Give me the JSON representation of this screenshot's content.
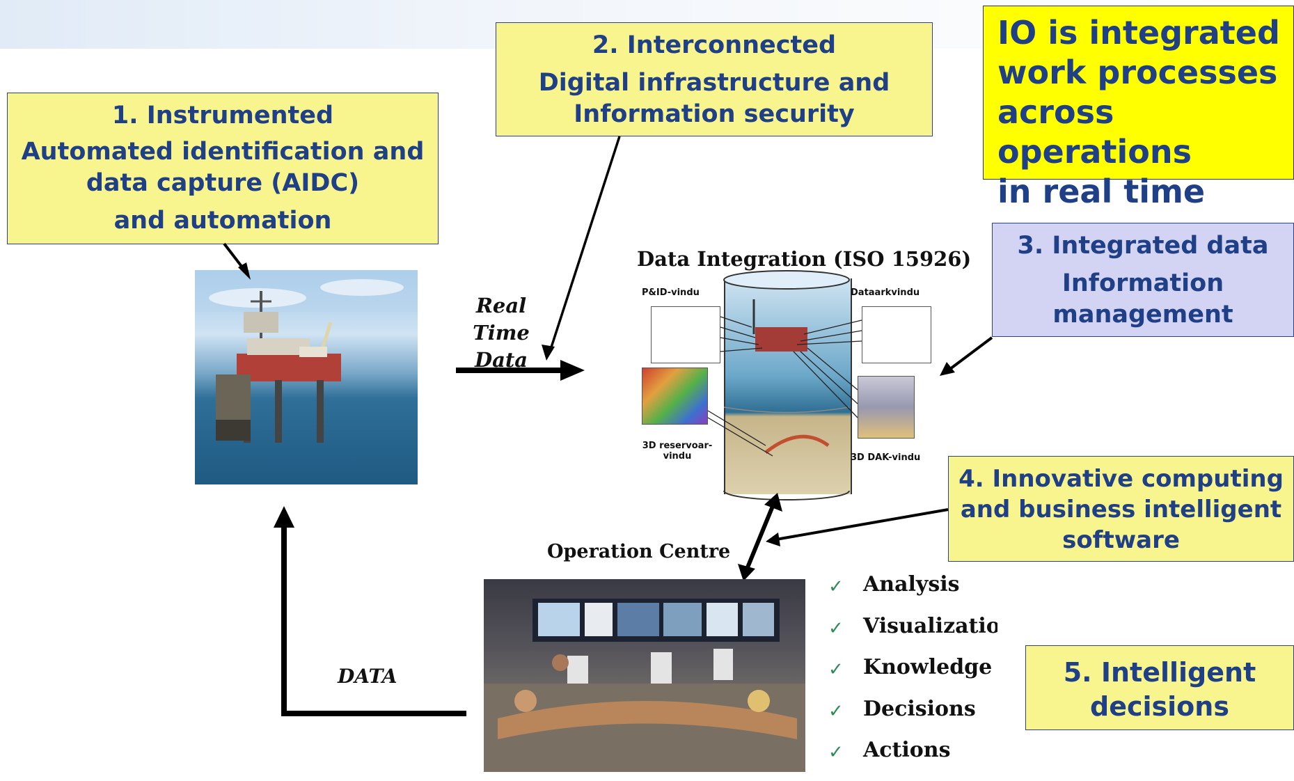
{
  "io_box": {
    "lines": [
      "IO is integrated",
      "work processes",
      "across operations",
      "in real time"
    ]
  },
  "box1": {
    "title": "1. Instrumented",
    "lines": [
      "Automated identification and",
      "data capture (AIDC)",
      "and automation"
    ]
  },
  "box2": {
    "title": "2. Interconnected",
    "lines": [
      "Digital infrastructure and",
      "Information security"
    ]
  },
  "box3": {
    "title": "3. Integrated data",
    "lines": [
      "Information",
      "management"
    ]
  },
  "box4": {
    "lines": [
      "4. Innovative computing",
      "and business intelligent",
      "software"
    ]
  },
  "box5": {
    "lines": [
      "5. Intelligent",
      "decisions"
    ]
  },
  "data_integration": {
    "title": "Data Integration  (ISO 15926)",
    "pid_label": "P&ID-vindu",
    "datasheet_label": "Dataarkvindu",
    "reservoir_label": "3D reservoar-vindu",
    "dak_label": "3D DAK-vindu"
  },
  "realtime_label": [
    "Real Time",
    "Data"
  ],
  "operation_centre": {
    "title": "Operation Centre"
  },
  "data_label": "DATA",
  "checklist": [
    "Analysis",
    "Visualization",
    "Knowledge",
    "Decisions",
    "Actions"
  ],
  "colors": {
    "yellow_box": "#f9f58e",
    "io_yellow": "#ffff00",
    "lilac_box": "#d3d3f4",
    "text_blue": "#1f3f86",
    "check_green": "#2e8c5a"
  }
}
